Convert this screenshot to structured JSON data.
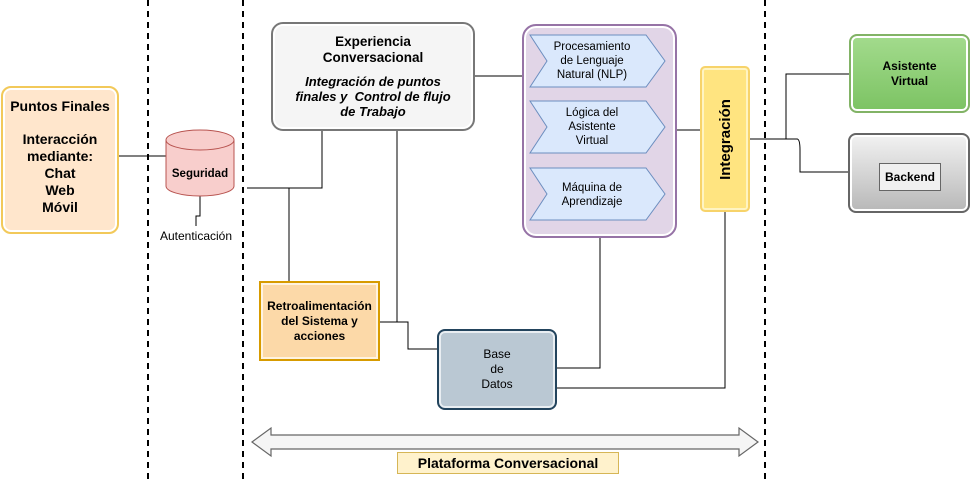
{
  "endpoints": {
    "title": "Puntos Finales",
    "line1": "Interacción",
    "line2": "mediante:",
    "items": [
      "Chat",
      "Web",
      "Móvil"
    ]
  },
  "security": {
    "label": "Seguridad",
    "auth_label": "Autenticación"
  },
  "experience": {
    "title_line1": "Experiencia",
    "title_line2": "Conversacional",
    "sub_line1": "Integración de puntos",
    "sub_line2": "finales y  Control de flujo",
    "sub_line3": "de Trabajo"
  },
  "feedback": {
    "line1": "Retroalimentación",
    "line2": "del Sistema y",
    "line3": "acciones"
  },
  "processing": {
    "nlp": [
      "Procesamiento",
      "de Lenguaje",
      "Natural (NLP)"
    ],
    "logic": [
      "Lógica del",
      "Asistente",
      "Virtual"
    ],
    "ml": [
      "Máquina de",
      "Aprendizaje"
    ]
  },
  "integration": {
    "label": "Integración"
  },
  "assistant": {
    "line1": "Asistente",
    "line2": "Virtual"
  },
  "backend": {
    "label": "Backend"
  },
  "database": {
    "line1": "Base",
    "line2": "de",
    "line3": "Datos"
  },
  "platform": {
    "label": "Plataforma Conversacional"
  },
  "colors": {
    "endpoints_fill": "#ffe6cc",
    "security_fill": "#f8cecc",
    "experience_fill": "#f5f5f5",
    "feedback_fill": "#fcd9a8",
    "processing_panel_fill": "#e1d5e7",
    "processing_item_fill": "#dae8fc",
    "integration_fill": "#ffe480",
    "assistant_fill": "#97d077",
    "backend_fill": "#d9d9d9",
    "database_fill": "#bac8d3",
    "platform_fill": "#fff2cc"
  }
}
